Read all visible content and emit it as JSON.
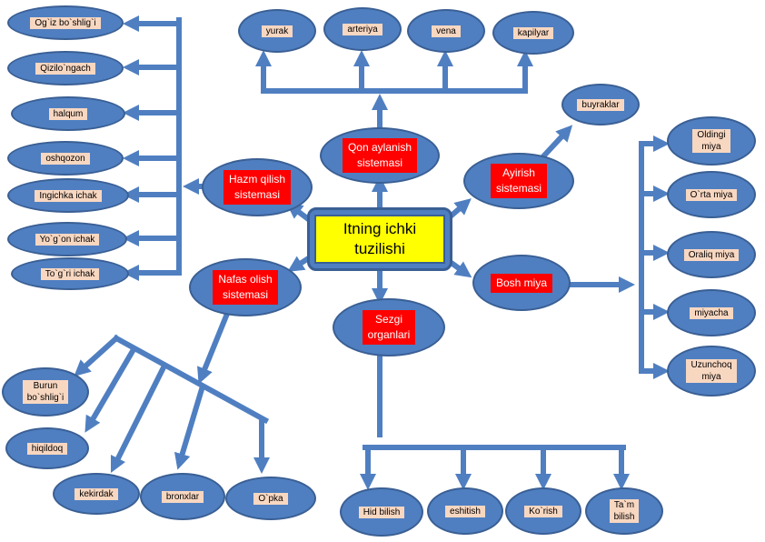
{
  "center": {
    "title": "Itning ichki\ntuzilishi"
  },
  "systems": {
    "qon": "Qon aylanish\nsistemasi",
    "hazm": "Hazm qilish\nsistemasi",
    "ayirish": "Ayirish\nsistemasi",
    "bosh": "Bosh miya",
    "nafas": "Nafas olish\nsistemasi",
    "sezgi": "Sezgi\norganlari"
  },
  "qon_parts": [
    "yurak",
    "arteriya",
    "vena",
    "kapilyar"
  ],
  "hazm_parts": [
    "Og`iz bo`shlig`i",
    "Qizilo`ngach",
    "halqum",
    "oshqozon",
    "Ingichka ichak",
    "Yo`g`on ichak",
    "To`g`ri ichak"
  ],
  "ayirish_parts": [
    "buyraklar"
  ],
  "bosh_parts": [
    "Oldingi\nmiya",
    "O`rta miya",
    "Oraliq miya",
    "miyacha",
    "Uzunchoq\nmiya"
  ],
  "nafas_parts": [
    "Burun\nbo`shlig`i",
    "hiqildoq",
    "kekirdak",
    "bronxlar",
    "O`pka"
  ],
  "sezgi_parts": [
    "Hid bilish",
    "eshitish",
    "Ko`rish",
    "Ta`m\nbilish"
  ],
  "colors": {
    "node": "#4f7fc1",
    "node_border": "#3a5f94",
    "label_bg": "#f8d7c1",
    "system_label": "#ff0000",
    "center_bg": "#ffff00"
  }
}
